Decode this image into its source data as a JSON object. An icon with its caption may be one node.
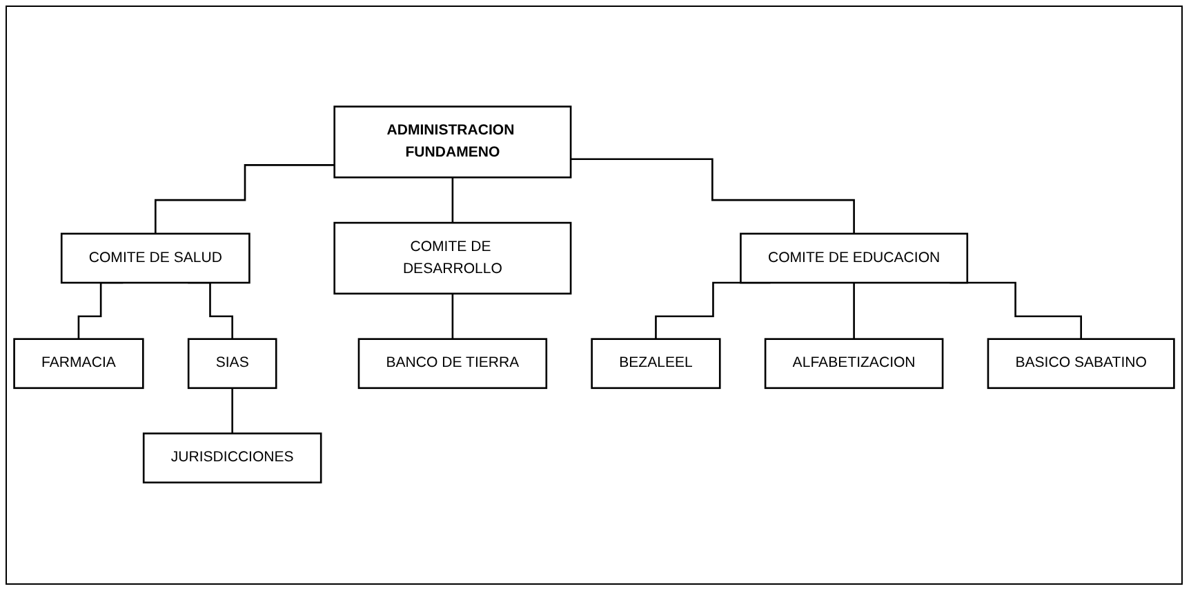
{
  "diagram": {
    "nodes": [
      {
        "text": [
          "ADMINISTRACION FUNDAMENO"
        ]
      },
      {
        "text": [
          "COMITE DE SALUD"
        ]
      },
      {
        "text": [
          "COMITE DE DESARROLLO"
        ]
      },
      {
        "text": [
          "COMITE DE EDUCACION"
        ]
      },
      {
        "text": [
          "FARMACIA"
        ]
      },
      {
        "text": [
          "SIAS"
        ]
      },
      {
        "text": [
          "BANCO DE TIERRA"
        ]
      },
      {
        "text": [
          "BEZALEEL"
        ]
      },
      {
        "text": [
          "JURISDICCIONES"
        ]
      },
      {
        "text": [
          "ALFABETIZACION"
        ]
      },
      {
        "text": [
          "BASICO SABATINO"
        ]
      }
    ],
    "edges": [
      {
        "from": 0,
        "to": 1,
        "arrow": "none"
      },
      {
        "from": 0,
        "to": 2,
        "arrow": "none"
      },
      {
        "from": 0,
        "to": 3,
        "arrow": "none"
      },
      {
        "from": 1,
        "to": 4,
        "arrow": "none"
      },
      {
        "from": 1,
        "to": 5,
        "arrow": "none"
      },
      {
        "from": 2,
        "to": 6,
        "arrow": "none"
      },
      {
        "from": 3,
        "to": 7,
        "arrow": "none"
      },
      {
        "from": 5,
        "to": 8,
        "arrow": "none"
      },
      {
        "from": 3,
        "to": 9,
        "arrow": "none"
      },
      {
        "from": 3,
        "to": 10,
        "arrow": "none"
      }
    ]
  }
}
